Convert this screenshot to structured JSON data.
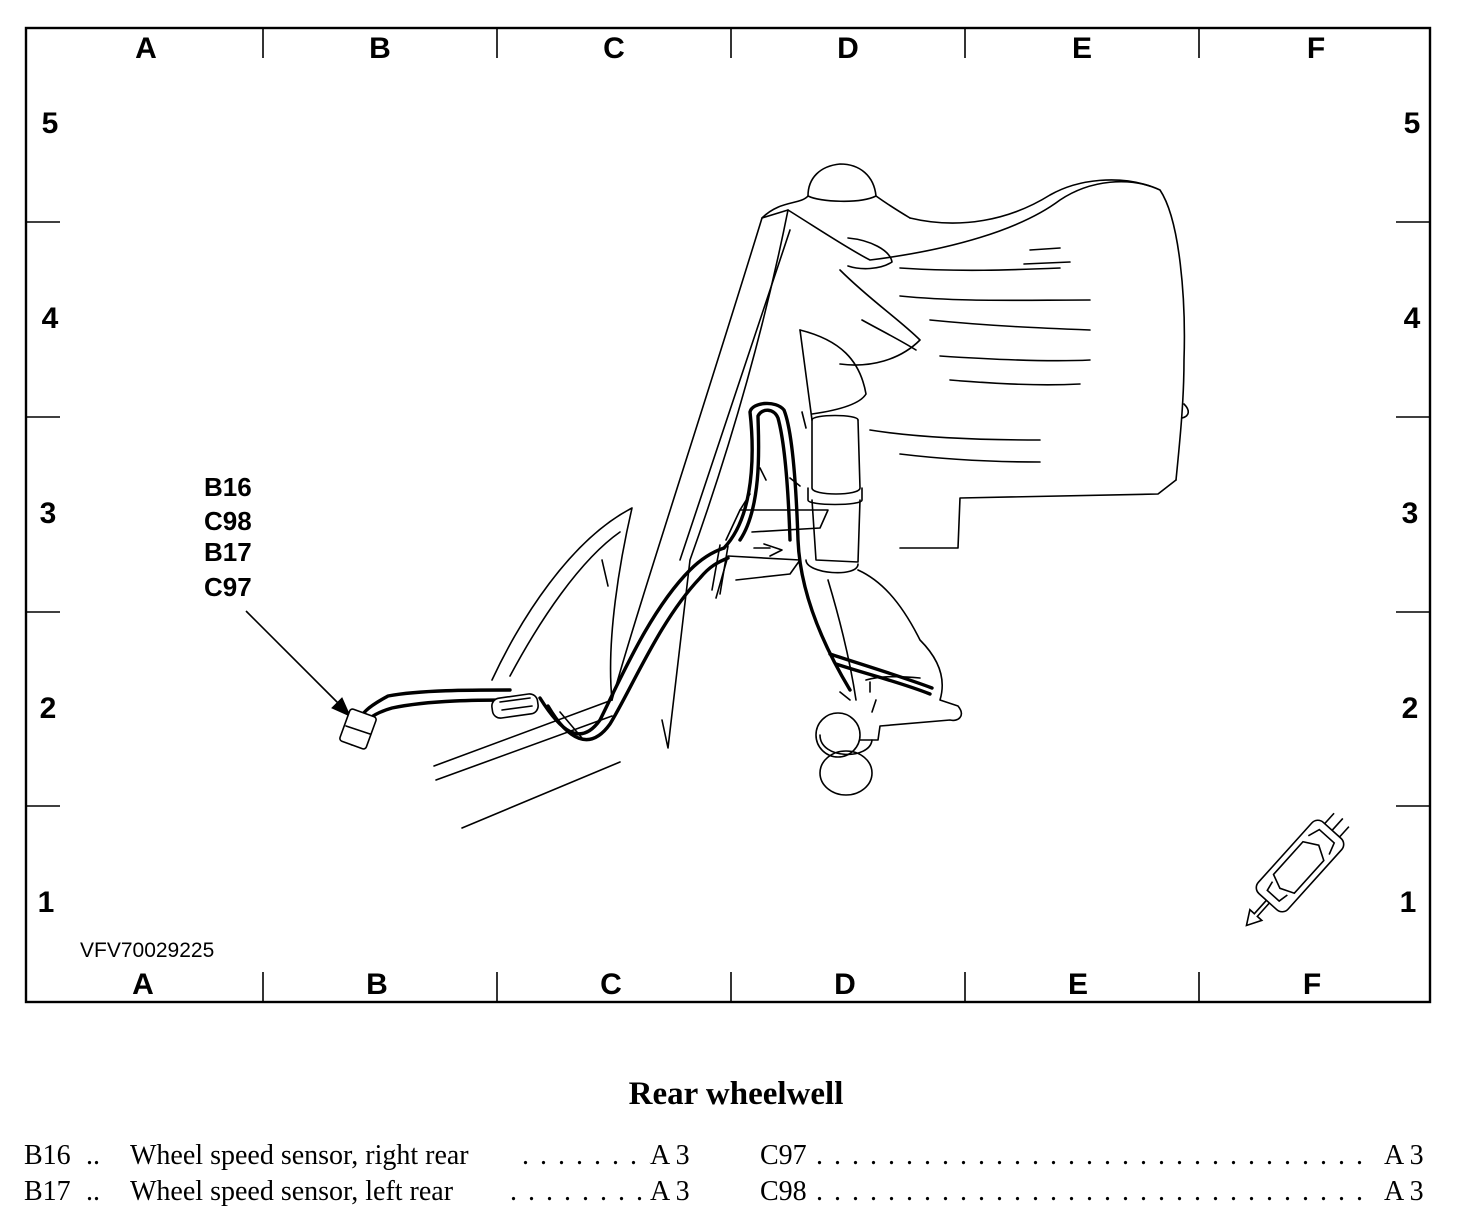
{
  "grid": {
    "columns": [
      "A",
      "B",
      "C",
      "D",
      "E",
      "F"
    ],
    "rows": [
      "5",
      "4",
      "3",
      "2",
      "1"
    ]
  },
  "callout": {
    "labels": [
      "B16",
      "C98",
      "B17",
      "C97"
    ]
  },
  "figure_id": "VFV70029225",
  "icons": {
    "vehicle_orientation": "car-orientation-icon"
  },
  "caption": "Rear wheelwell",
  "legend": [
    {
      "code": "B16",
      "sep": "..",
      "description": "Wheel speed sensor, right rear",
      "location": "A 3"
    },
    {
      "code": "B17",
      "sep": "..",
      "description": "Wheel speed sensor, left rear",
      "location": "A 3"
    },
    {
      "code": "C97",
      "sep": "",
      "description": "",
      "location": "A 3"
    },
    {
      "code": "C98",
      "sep": "",
      "description": "",
      "location": "A 3"
    }
  ]
}
